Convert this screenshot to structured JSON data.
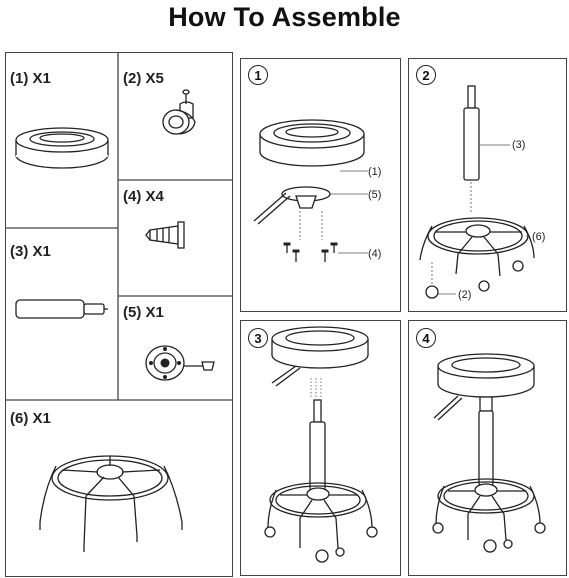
{
  "title": "How To Assemble",
  "parts": [
    {
      "label": "(1) X1"
    },
    {
      "label": "(2) X5"
    },
    {
      "label": "(4) X4"
    },
    {
      "label": "(3) X1"
    },
    {
      "label": "(5) X1"
    },
    {
      "label": "(6) X1"
    }
  ],
  "steps": [
    {
      "number": "1",
      "callouts": [
        "(1)",
        "(5)",
        "(4)"
      ]
    },
    {
      "number": "2",
      "callouts": [
        "(3)",
        "(6)",
        "(2)"
      ]
    },
    {
      "number": "3"
    },
    {
      "number": "4"
    }
  ]
}
